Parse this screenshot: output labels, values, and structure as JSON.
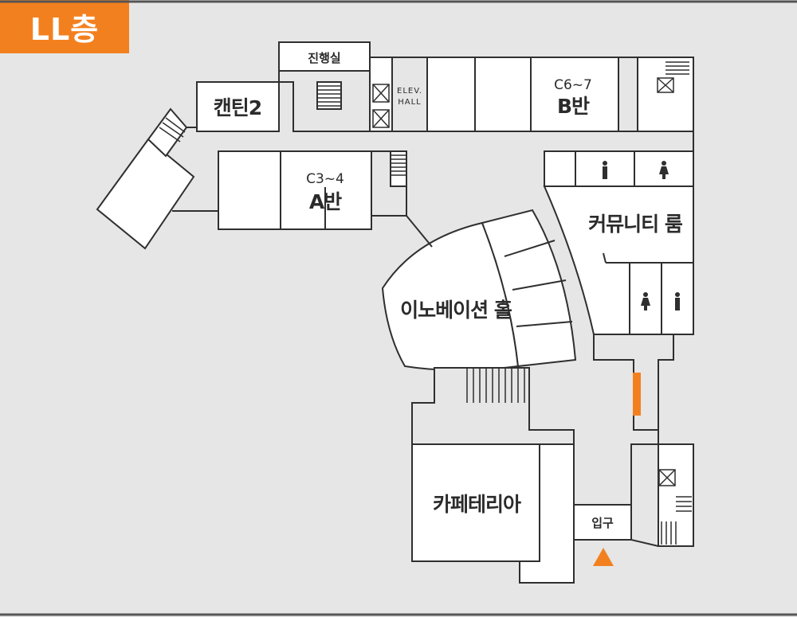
{
  "floor": {
    "label": "LL층"
  },
  "rooms": {
    "progress_room": "진행실",
    "canteen": "캔틴2",
    "elev_hall_line1": "ELEV.",
    "elev_hall_line2": "HALL",
    "class_b_line1": "C6~7",
    "class_b_line2": "B반",
    "class_a_line1": "C3~4",
    "class_a_line2": "A반",
    "community_room": "커뮤니티 룸",
    "innovation_hall": "이노베이션 홀",
    "cafeteria": "카페테리아",
    "entrance": "입구"
  },
  "icons": {
    "elevator": "elevator-icon",
    "stairs": "stairs-icon",
    "restroom_male": "male-restroom-icon",
    "restroom_female": "female-restroom-icon",
    "entrance_marker": "entrance-arrow-icon"
  },
  "colors": {
    "accent": "#f3801f",
    "wall": "#2f2f2f",
    "room_fill": "#ffffff",
    "background": "#e6e6e6"
  }
}
